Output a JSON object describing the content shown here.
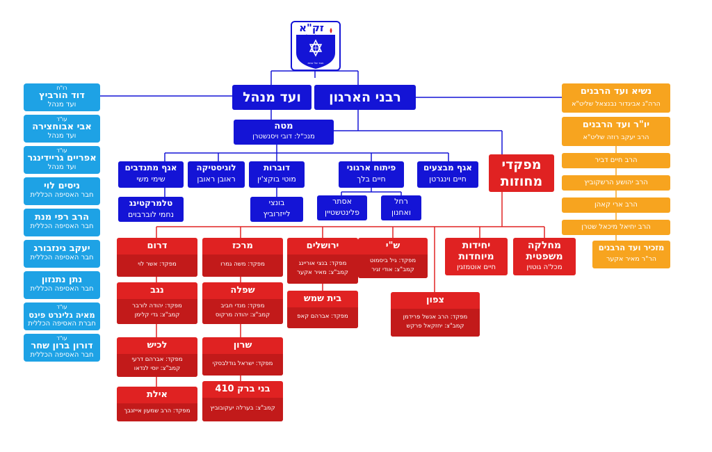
{
  "logo": {
    "name": "זק\"א",
    "tagline": "איתור חילוץ והצלה",
    "motto": "חסד של אמת"
  },
  "rabbis": "רבני הארגון",
  "board": "ועד מנהל",
  "staff": {
    "title": "מטה",
    "sub": "מנכ\"ל: דובי ויסנשטרן"
  },
  "departments": {
    "volunteers": {
      "title": "אגף מתנדבים",
      "sub": "שימי משי"
    },
    "logistics": {
      "title": "לוגיסטיקה",
      "sub": "ראובן ראובן"
    },
    "spokesman": {
      "title": "דוברות",
      "sub": "מוטי בוקצ'ין"
    },
    "orgdev": {
      "title": "פיתוח ארגוני",
      "sub": "חיים בלך"
    },
    "operations": {
      "title": "אגף מבצעים",
      "sub": "חיים וינגרטן"
    },
    "telemarketing": {
      "title": "טלמרקטינג",
      "sub": "נחמי לוברבוים"
    },
    "bunzi": {
      "title": "בונצי",
      "sub": "לייזרוביץ"
    },
    "esther": {
      "title": "אסתר",
      "sub": "פלינטשטיין"
    },
    "rachel": {
      "title": "רחל",
      "sub": "ואחנון"
    }
  },
  "commanders": {
    "title": "מפקדי",
    "title2": "מחוזות"
  },
  "rabbinate": {
    "president": {
      "title": "נשיא ועד הרבנים",
      "sub": "הרה\"ג אביגדור נבנצאל שליט\"א"
    },
    "chair": {
      "title": "יו\"ר ועד הרבנים",
      "sub": "הרב יעקב רוזה שליט\"א"
    },
    "members": [
      "הרב חיים דביר",
      "הרב יהושע הרשקוביץ",
      "הרב ארי קאהן",
      "הרב יחיאל מיכאל שטרן"
    ],
    "secretary": {
      "title": "מזכיר ועד הרבנים",
      "sub": "הר\"ר מאיר אקער"
    }
  },
  "board_members": [
    {
      "prefix": "רו\"ח",
      "name": "דוד הורביץ",
      "role": "ועד מנהל"
    },
    {
      "prefix": "עו\"ד",
      "name": "אבי אבוחצירה",
      "role": "ועד מנהל"
    },
    {
      "prefix": "עו\"ד",
      "name": "אפריים גריידינגר",
      "role": "ועד מנהל"
    },
    {
      "prefix": "",
      "name": "ניסים לוי",
      "role": "חבר האסיפה הכללית"
    },
    {
      "prefix": "",
      "name": "הרב רפי מנת",
      "role": "חבר האסיפה הכללית"
    },
    {
      "prefix": "",
      "name": "יעקב גינזבורג",
      "role": "חבר האסיפה הכללית"
    },
    {
      "prefix": "",
      "name": "נתן נתנזון",
      "role": "חבר האסיפה הכללית"
    },
    {
      "prefix": "עו\"ד",
      "name": "מאיה גלינרט פינס",
      "role": "חברת האסיפה הכללית"
    },
    {
      "prefix": "עו\"ד",
      "name": "דורון ברון שחר",
      "role": "חבר האסיפה הכללית"
    }
  ],
  "units": {
    "legal": {
      "title": "מחלקה",
      "title2": "משפטית",
      "sub": "מכל'ה גוטוין"
    },
    "special": {
      "title": "יחידות",
      "title2": "מיוחדות",
      "sub": "חיים אוטמזגין"
    },
    "shai": {
      "title": "ש\"י",
      "l1": "מפקד: גיל ביסמוט",
      "l2": "קמב\"צ: אודי זגיר"
    },
    "jerusalem": {
      "title": "ירושלים",
      "l1": "מפקד: בנצי אוריינג",
      "l2": "קמב\"צ: מאיר אקער"
    },
    "center": {
      "title": "מרכז",
      "l1": "מפקד: משה גמרו"
    },
    "south": {
      "title": "דרום",
      "l1": "מפקד: אשר לוי"
    },
    "north": {
      "title": "צפון",
      "l1": "מפקד: הרב אנשל פרידמן",
      "l2": "קמב\"צ: יחזקאל פרקש"
    },
    "beitshemesh": {
      "title": "בית שמש",
      "l1": "מפקד: אברהם קאפ"
    },
    "shfela": {
      "title": "שפלה",
      "l1": "מפקד: מנדי חביב",
      "l2": "קמב\"צ: יהודה מרקוס"
    },
    "sharon": {
      "title": "שרון",
      "l1": "מפקד: ישראל גודלבסקי"
    },
    "bneibrak": {
      "title": "בני ברק 410",
      "l1": "קמב\"צ: בערלה יעקובוביץ"
    },
    "negev": {
      "title": "נגב",
      "l1": "מפקד: יהודה לורבר",
      "l2": "קמב\"צ: גדי קלימן"
    },
    "lachish": {
      "title": "לכיש",
      "l1": "מפקד: אברהם דרעי",
      "l2": "קמב\"צ: יוסי לנדאו"
    },
    "eilat": {
      "title": "אילת",
      "l1": "מפקד: הרב שמעון אייזנבך"
    }
  },
  "colors": {
    "cyan": "#1ea2e5",
    "blue": "#1414d6",
    "orange": "#f7a41f",
    "red": "#e02222",
    "darkred": "#c21a1a"
  }
}
